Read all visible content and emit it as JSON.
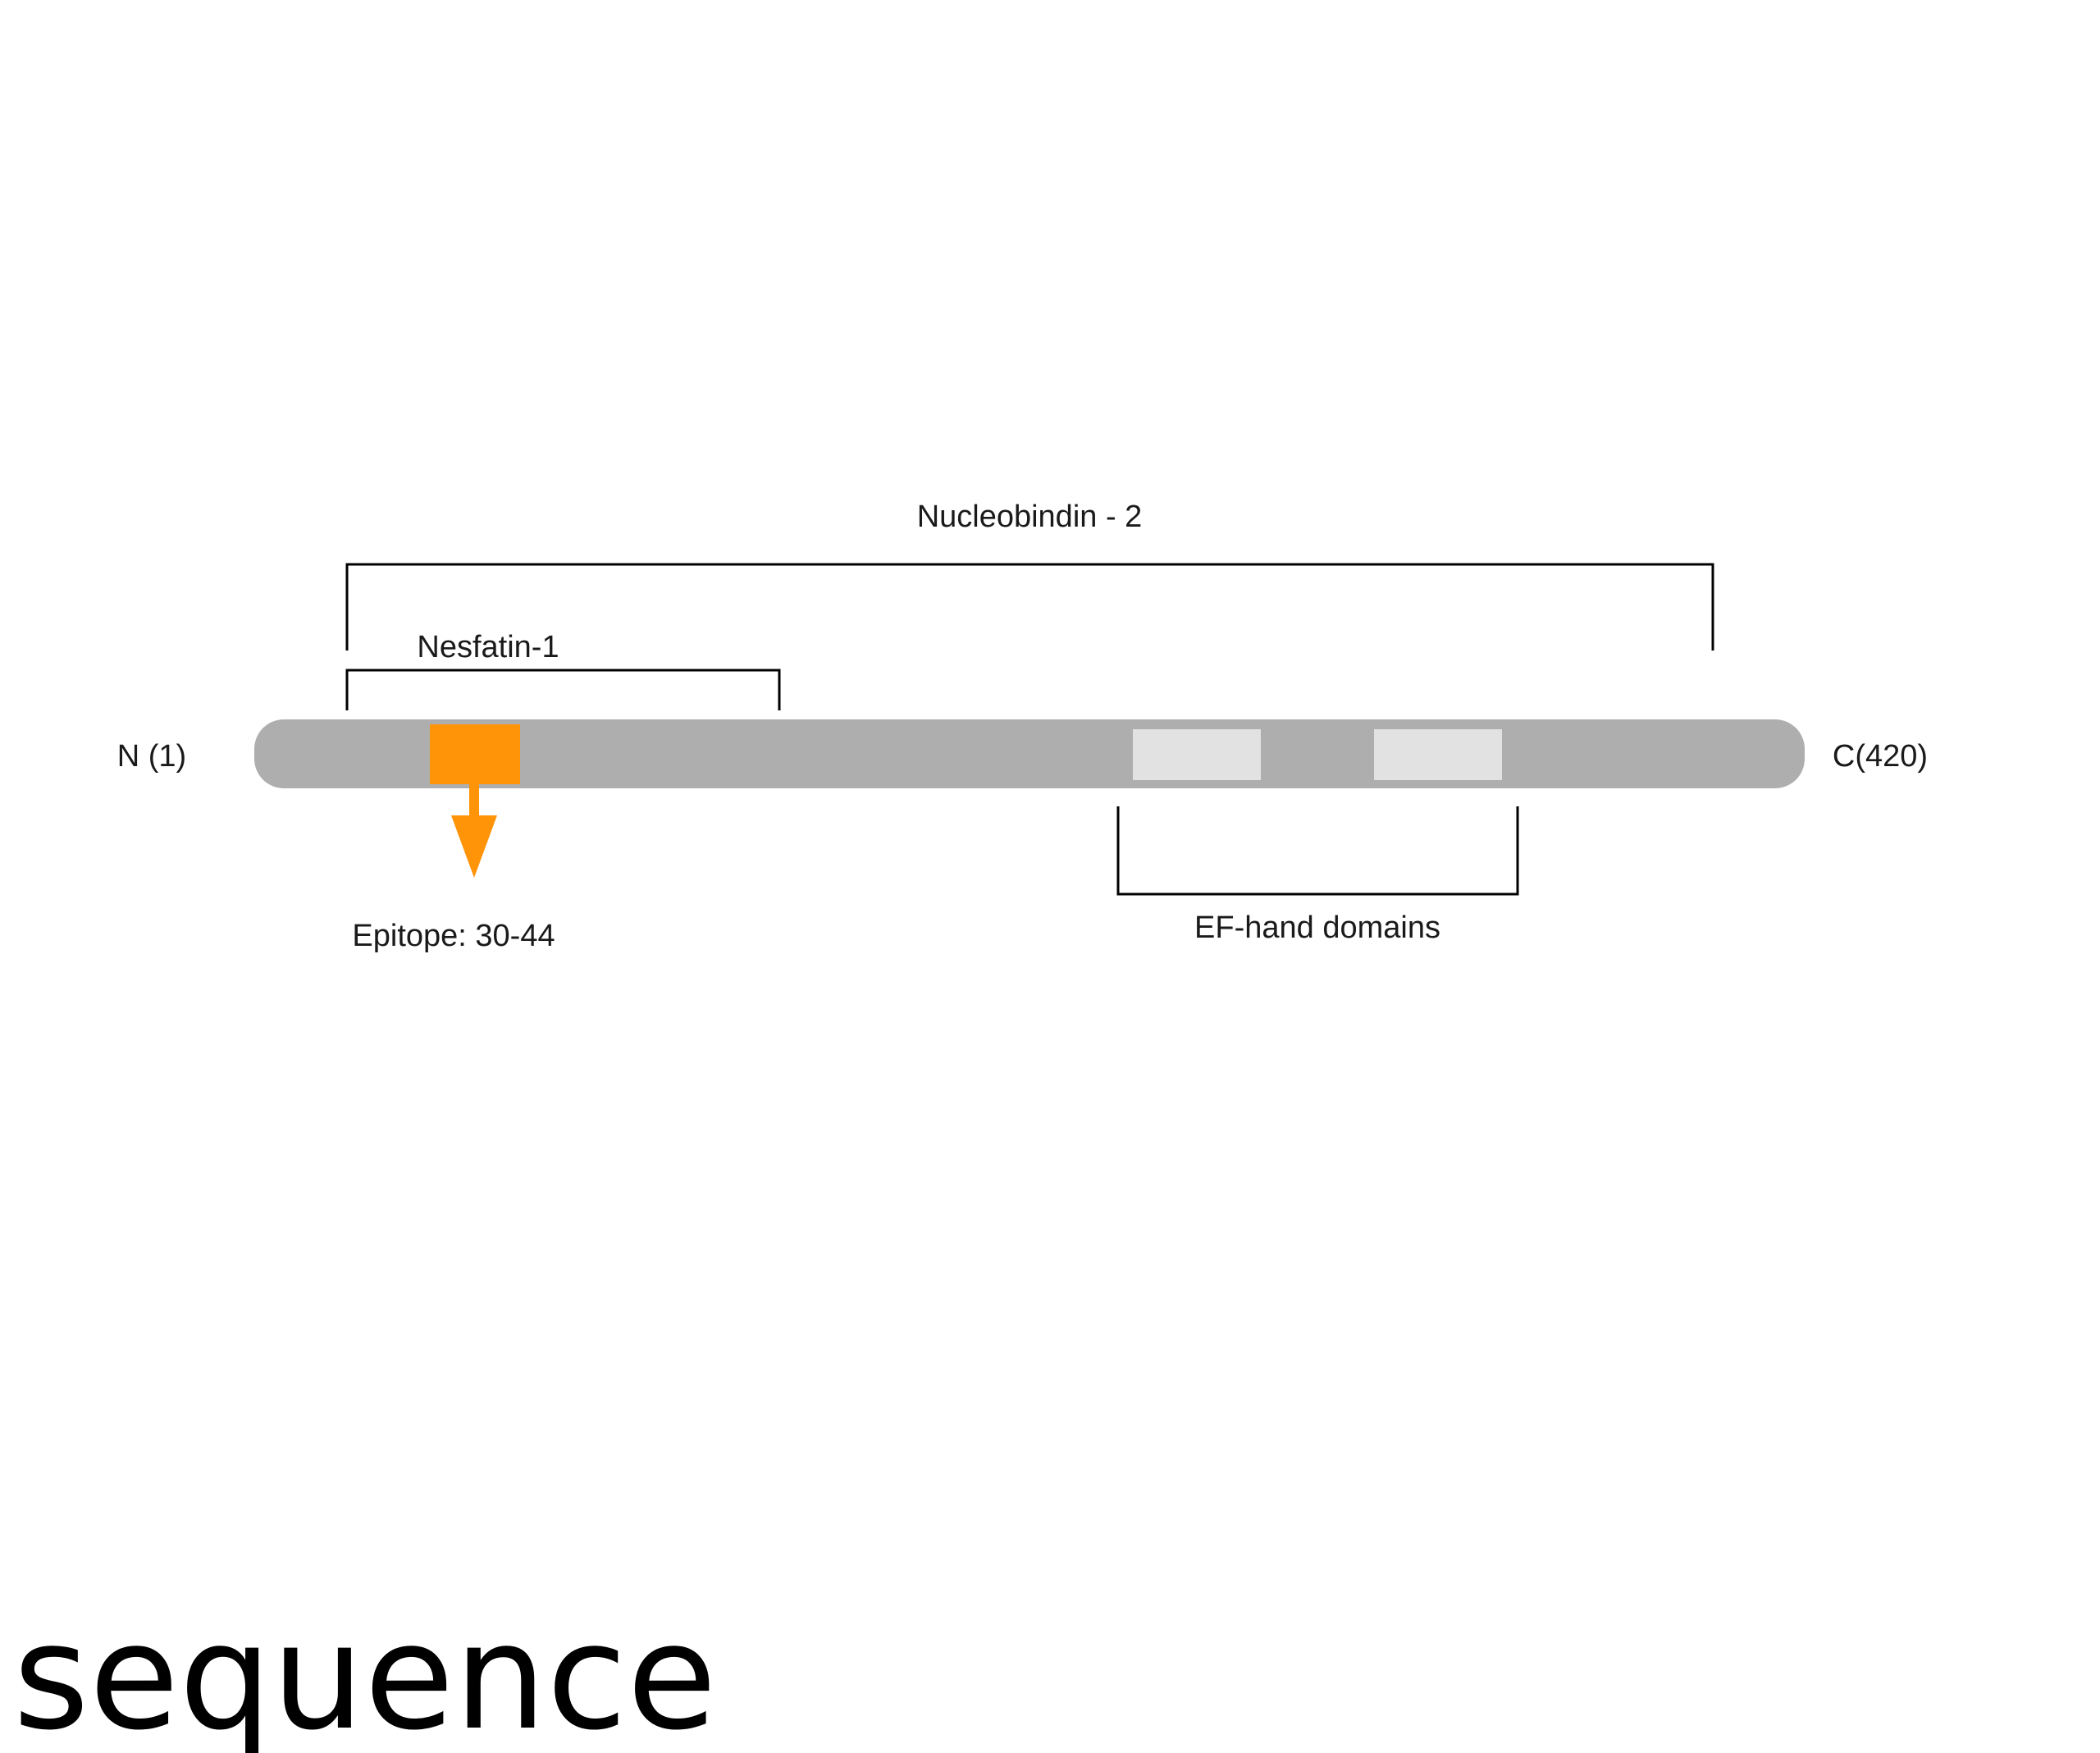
{
  "labels": {
    "nucleobindin": "Nucleobindin - 2",
    "nesfatin": "Nesfatin-1",
    "n_terminus": "N (1)",
    "c_terminus": "C(420)",
    "epitope": "Epitope: 30-44",
    "ef_hand": "EF-hand domains",
    "footer_word": "sequence"
  },
  "colors": {
    "protein_bar": "#aeaeae",
    "ef_hand_box": "#e2e2e2",
    "epitope": "#ff9408",
    "bracket": "#000000",
    "text": "#1a1a1a"
  }
}
